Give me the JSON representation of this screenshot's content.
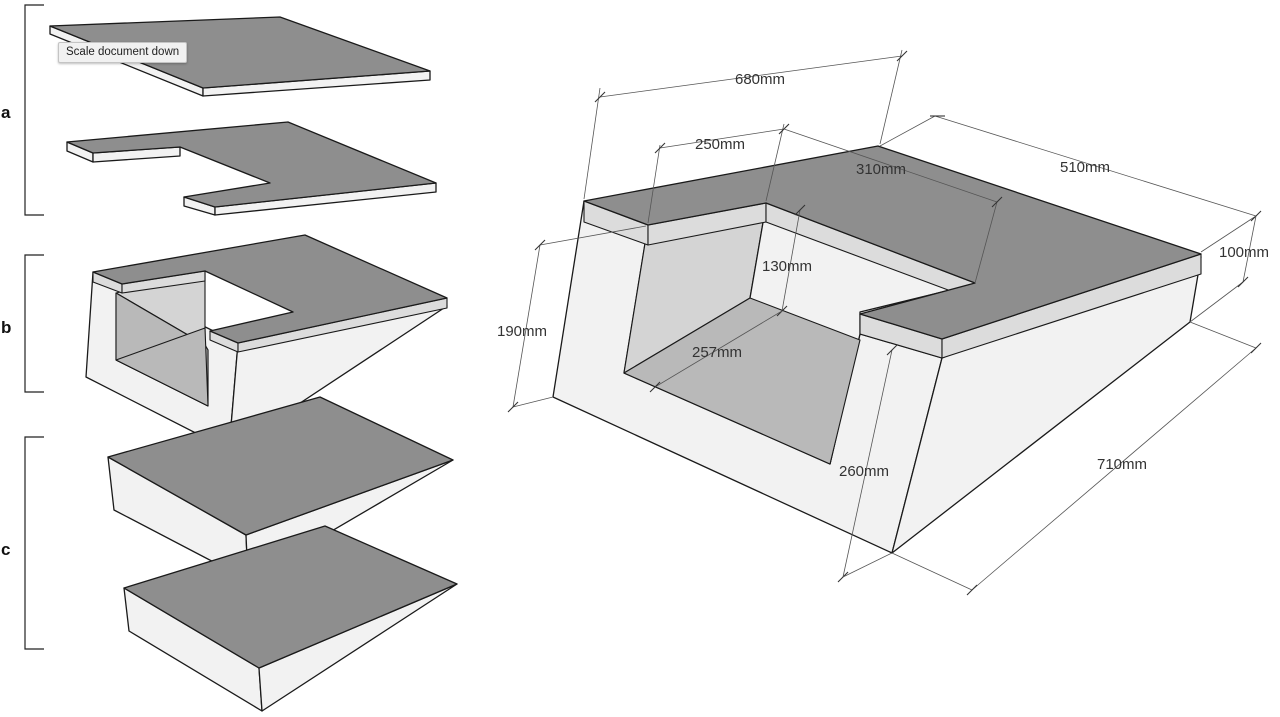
{
  "tooltip": {
    "text": "Scale document down"
  },
  "sections": {
    "a": "a",
    "b": "b",
    "c": "c"
  },
  "dimensions": {
    "overall_width": "680mm",
    "opening_width": "250mm",
    "inner_depth": "310mm",
    "top_depth": "510mm",
    "front_height": "190mm",
    "rear_height": "100mm",
    "inner_height": "130mm",
    "inner_floor": "257mm",
    "side_height": "260mm",
    "base_length": "710mm"
  }
}
